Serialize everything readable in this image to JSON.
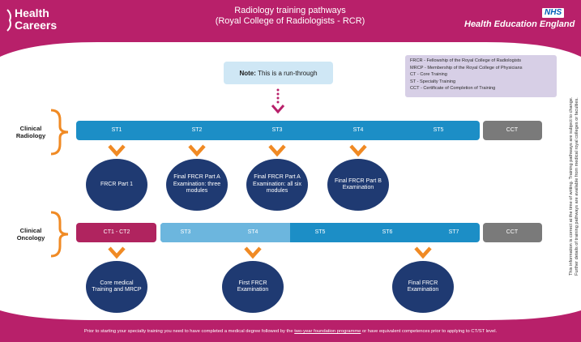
{
  "header": {
    "logo_line1": "Health",
    "logo_line2": "Careers",
    "title_line1": "Radiology training pathways",
    "title_line2": "(Royal College of Radiologists - RCR)",
    "nhs": "NHS",
    "org": "Health Education England"
  },
  "note": {
    "label": "Note:",
    "text": "This is a run-through"
  },
  "legend": [
    "FRCR - Fellowship of the Royal College of Radiologists",
    "MRCP - Membership of the Royal College of Physicians",
    "CT - Core Training",
    "ST - Specialty Training",
    "CCT - Certificate of Completion of Training"
  ],
  "side_note": {
    "line1": "This information is correct at the time of writing. Training pathways are subject to change.",
    "line2": "Further details of training pathways are available from medical royal colleges or faculties."
  },
  "radiology": {
    "label_line1": "Clinical",
    "label_line2": "Radiology",
    "stages": [
      "ST1",
      "ST2",
      "ST3",
      "ST4",
      "ST5"
    ],
    "cct": "CCT",
    "exams": [
      "FRCR Part 1",
      "Final FRCR Part A Examination: three modules",
      "Final FRCR Part A Examination: all six modules",
      "Final FRCR Part B Examination"
    ]
  },
  "oncology": {
    "label_line1": "Clinical",
    "label_line2": "Oncology",
    "core": "CT1 - CT2",
    "stages": [
      "ST3",
      "ST4",
      "ST5",
      "ST6",
      "ST7"
    ],
    "cct": "CCT",
    "exams": [
      "Core medical Training and MRCP",
      "First FRCR Examination",
      "Final FRCR Examination"
    ]
  },
  "footer": {
    "before": "Prior to starting your specialty training you need to have completed a medical degree followed by the ",
    "link": "two-year foundation programme",
    "after": " or have equivalent competences prior to applying to CT/ST level."
  },
  "colors": {
    "brand": "#b8206a",
    "radiology_bar": "#1c8ec6",
    "oncology_light": "#7fbfe0",
    "oncology_mid": "#5aaad8",
    "core_bar": "#b0245f",
    "cct": "#7a7a7a",
    "circle": "#1f3a72",
    "arrow": "#f08a24",
    "legend_bg": "#d7cfe6",
    "note_bg": "#cfe7f5"
  }
}
